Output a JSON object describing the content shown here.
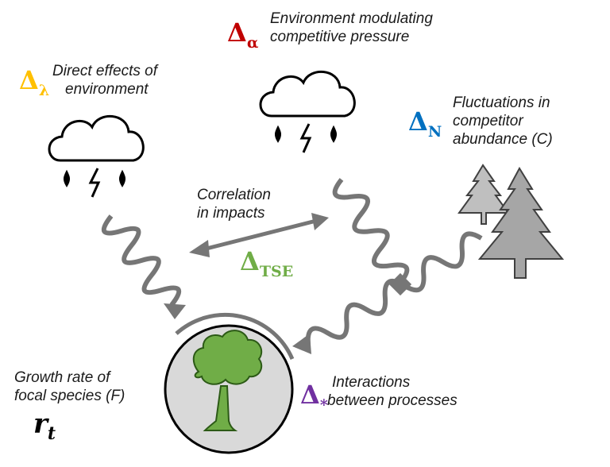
{
  "labels": {
    "delta_lambda": {
      "symbol": "Δ",
      "subscript": "λ",
      "color": "#ffc000",
      "text_lines": [
        "Direct effects of",
        "environment"
      ]
    },
    "delta_alpha": {
      "symbol": "Δ",
      "subscript": "α",
      "color": "#c00000",
      "text_lines": [
        "Environment modulating",
        "competitive pressure"
      ]
    },
    "delta_n": {
      "symbol": "Δ",
      "subscript": "N",
      "color": "#0070c0",
      "text_lines": [
        "Fluctuations in",
        "competitor",
        "abundance (C)"
      ]
    },
    "delta_tse": {
      "symbol": "Δ",
      "subscript": "TSE",
      "color": "#70ad47"
    },
    "correlation": {
      "text_lines": [
        "Correlation",
        "in impacts"
      ]
    },
    "delta_star": {
      "symbol": "Δ",
      "subscript": "*",
      "color": "#7030a0",
      "text_lines": [
        "Interactions",
        "between processes"
      ]
    },
    "focal": {
      "text_lines": [
        "Growth rate of",
        "focal species (F)"
      ],
      "symbol": "r",
      "subscript": "t"
    }
  },
  "icons": [
    "cloud-rain-lightning-icon",
    "cloud-rain-lightning-icon",
    "conifer-trees-icon",
    "broadleaf-tree-icon"
  ],
  "colors": {
    "arrow": "#767676",
    "focal_circle": "#d9d9d9",
    "conifer_small": "#bfbfbf",
    "conifer_large": "#a6a6a6",
    "tree_green": "#70ad47"
  }
}
